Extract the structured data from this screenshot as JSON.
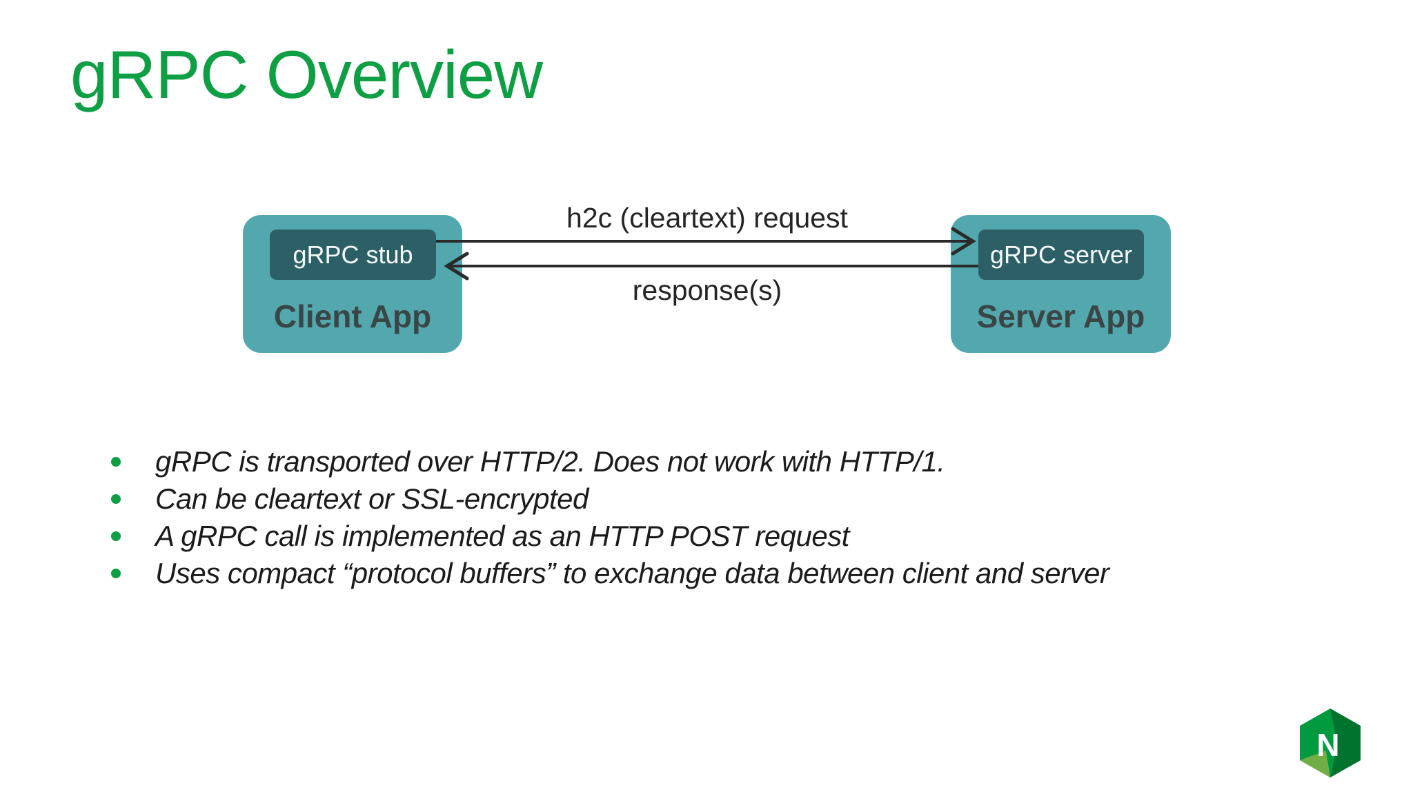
{
  "title": "gRPC Overview",
  "colors": {
    "accent_green": "#0E9E43",
    "box_teal": "#52A8AC",
    "box_dark_teal": "#2C5F66",
    "app_label_color": "#3A4547",
    "arrow_color": "#2A2A2A",
    "body_text": "#1B1B1B",
    "logo_green": "#019A3F",
    "logo_dark_green": "#00732E",
    "logo_light_green": "#71AF46"
  },
  "diagram": {
    "client": {
      "inner_label": "gRPC stub",
      "app_label": "Client App"
    },
    "server": {
      "inner_label": "gRPC server",
      "app_label": "Server App"
    },
    "request_label": "h2c (cleartext) request",
    "response_label": "response(s)"
  },
  "bullets": [
    "gRPC is transported over HTTP/2. Does not work with HTTP/1.",
    "Can be cleartext or SSL-encrypted",
    "A gRPC call is implemented as an HTTP POST request",
    "Uses compact “protocol buffers” to exchange data between client and server"
  ],
  "logo": {
    "letter": "N"
  }
}
